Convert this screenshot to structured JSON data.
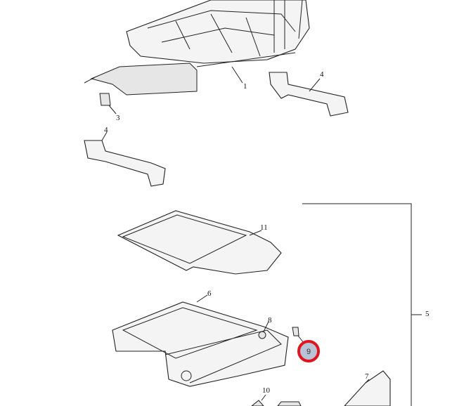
{
  "callouts": {
    "c1": "1",
    "c3": "3",
    "c4a": "4",
    "c4b": "4",
    "c11": "11",
    "c6": "6",
    "c8": "8",
    "c9": "9",
    "c5": "5",
    "c7": "7",
    "c10": "10"
  },
  "highlight_color": "#e0141e"
}
